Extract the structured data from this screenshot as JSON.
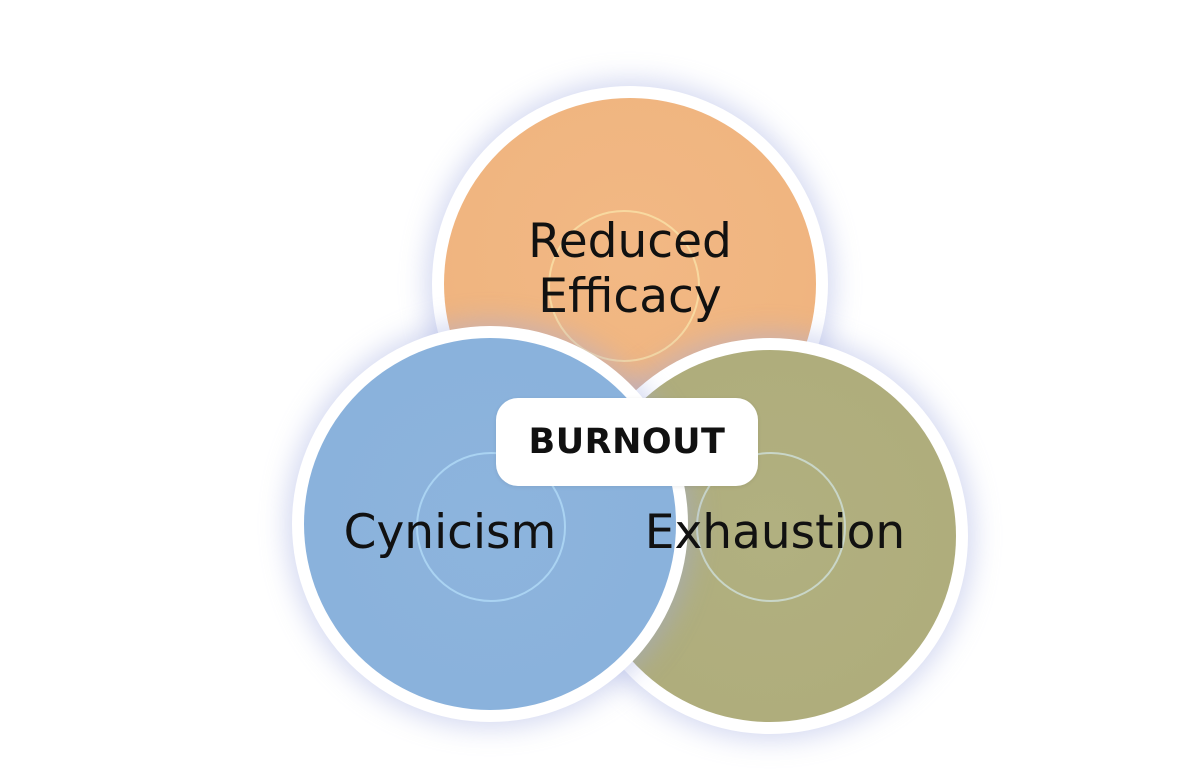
{
  "diagram": {
    "center_label": "BURNOUT",
    "circles": [
      {
        "id": "efficacy",
        "label_lines": [
          "Reduced",
          "Efficacy"
        ],
        "fill": "#f0b580",
        "ring": "#f8d9a0"
      },
      {
        "id": "cynicism",
        "label_lines": [
          "Cynicism"
        ],
        "fill": "#8ab2dc",
        "ring": "#aad3f2"
      },
      {
        "id": "exhaustion",
        "label_lines": [
          "Exhaustion"
        ],
        "fill": "#afad7c",
        "ring": "#c9d6c8"
      }
    ],
    "colors": {
      "background": "#ffffff",
      "circle_border": "#ffffff",
      "halo": "#a0aae1",
      "text": "#111111"
    }
  }
}
